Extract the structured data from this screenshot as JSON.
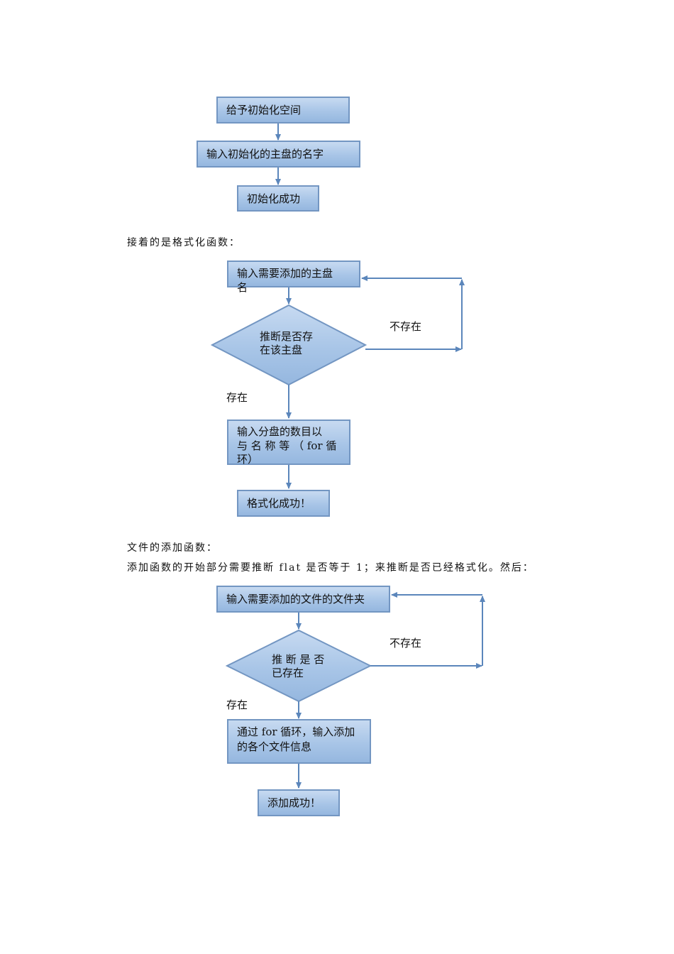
{
  "flow1": {
    "step1": "给予初始化空间",
    "step2": "输入初始化的主盘的名字",
    "step3": "初始化成功"
  },
  "para1": "接着的是格式化函数：",
  "flow2": {
    "input_line1": "输入需要添加的主盘",
    "input_line2": "名",
    "decision_line1": "推断是否存",
    "decision_line2": "在该主盘",
    "no_label": "不存在",
    "yes_label": "存在",
    "process_line1": "输入分盘的数目以",
    "process_line2": "与 名 称 等 （ for 循",
    "process_line3": "环）",
    "end": "格式化成功！"
  },
  "para2": "文件的添加函数：",
  "para3": "添加函数的开始部分需要推断 flat 是否等于 1；来推断是否已经格式化。然后：",
  "flow3": {
    "input": "输入需要添加的文件的文件夹",
    "decision_line1": "推 断 是 否",
    "decision_line2": "已存在",
    "no_label": "不存在",
    "yes_label": "存在",
    "process_line1": "通过 for 循环，输入添加",
    "process_line2": "的各个文件信息",
    "end": "添加成功！"
  }
}
